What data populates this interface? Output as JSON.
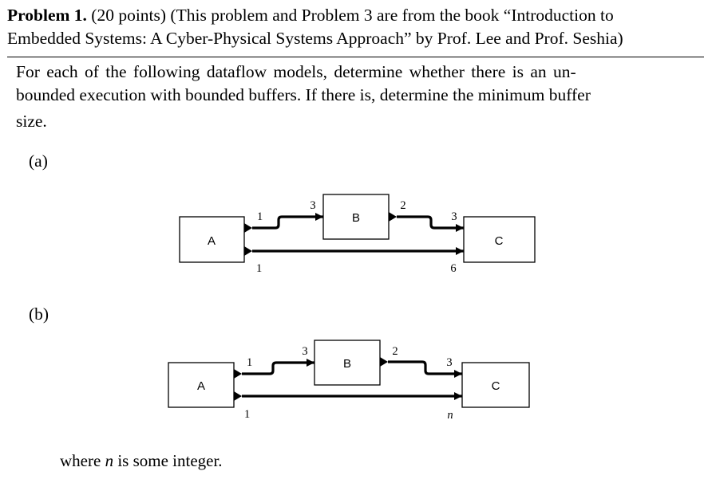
{
  "problem": {
    "title_bold": "Problem 1.",
    "title_line1_rest": " (20 points) (This problem and Problem 3 are from the book “Introduction to",
    "title_line2": "Embedded Systems: A Cyber-Physical Systems Approach” by Prof. Lee and Prof. Seshia)",
    "body_line1": "For each of the following dataflow models, determine whether there is an un-",
    "body_line2": "bounded execution with bounded buffers. If there is, determine the minimum buffer",
    "body_line3": "size.",
    "footer": "where n is some integer."
  },
  "diagram_a": {
    "label": "(a)",
    "actor_a": "A",
    "actor_b": "B",
    "actor_c": "C",
    "rate_a_out_top": "1",
    "rate_a_out_bottom": "1",
    "rate_b_in": "3",
    "rate_b_out": "2",
    "rate_c_in_top": "3",
    "rate_c_in_bottom": "6"
  },
  "diagram_b": {
    "label": "(b)",
    "actor_a": "A",
    "actor_b": "B",
    "actor_c": "C",
    "rate_a_out_top": "1",
    "rate_a_out_bottom": "1",
    "rate_b_in": "3",
    "rate_b_out": "2",
    "rate_c_in_top": "3",
    "rate_c_in_bottom": "n"
  }
}
